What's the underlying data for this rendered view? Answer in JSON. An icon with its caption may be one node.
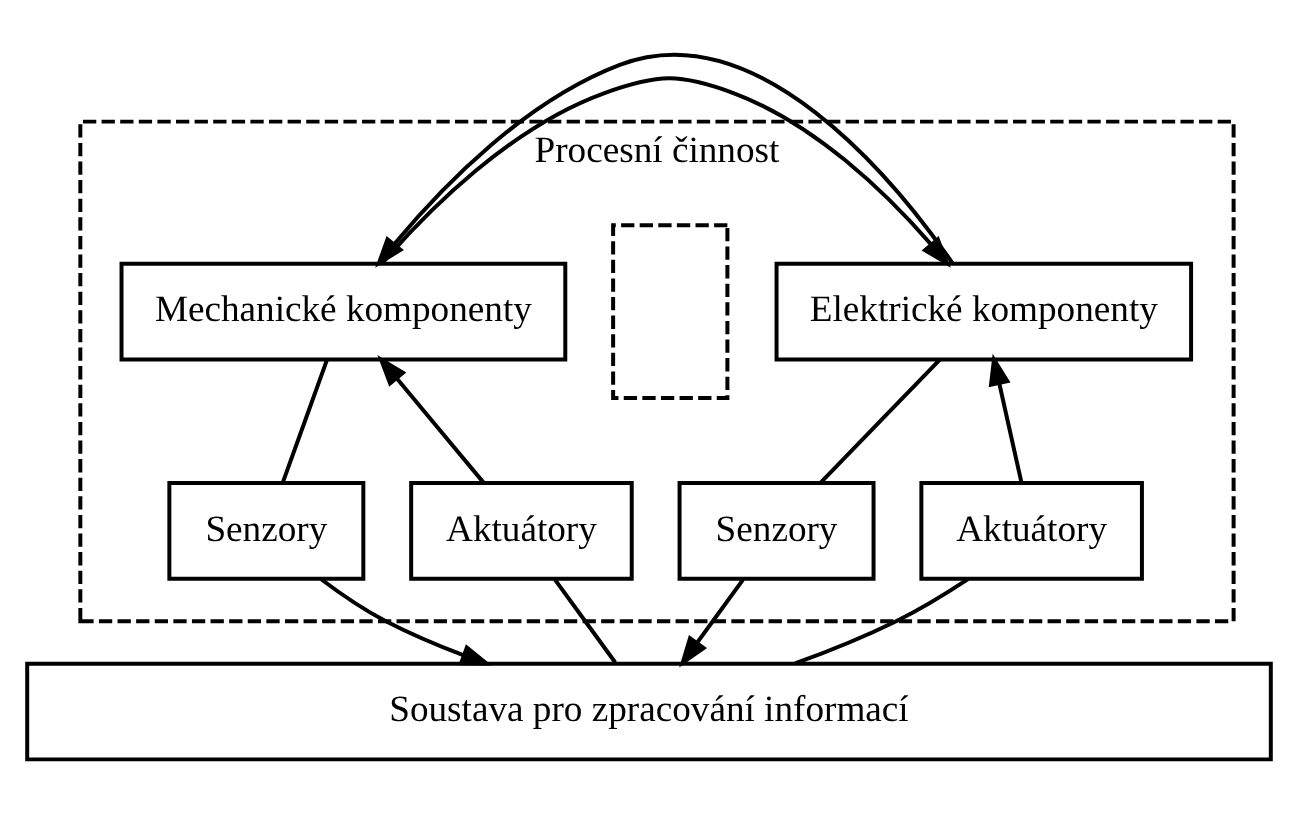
{
  "diagram": {
    "nodes": [
      {
        "text": [
          "Procesní činnost"
        ]
      },
      {
        "text": [
          "Mechanické komponenty"
        ],
        "in": 0
      },
      {
        "text": [],
        "shape": "box",
        "in": 0
      },
      {
        "text": [
          "Elektrické komponenty"
        ],
        "in": 0
      },
      {
        "text": [
          "Senzory"
        ],
        "in": 0
      },
      {
        "text": [
          "Aktuátory"
        ],
        "in": 0
      },
      {
        "text": [
          "Senzory"
        ],
        "in": 0
      },
      {
        "text": [
          "Aktuátory"
        ],
        "in": 0
      },
      {
        "text": [
          "Soustava pro zpracování informací"
        ]
      }
    ],
    "edges": [
      {
        "from": 1,
        "to": 3,
        "arrow": "to"
      },
      {
        "from": 3,
        "to": 1,
        "arrow": "to"
      },
      {
        "from": 1,
        "to": 4,
        "arrow": "none"
      },
      {
        "from": 5,
        "to": 1,
        "arrow": "to"
      },
      {
        "from": 3,
        "to": 6,
        "arrow": "none"
      },
      {
        "from": 7,
        "to": 3,
        "arrow": "to"
      },
      {
        "from": 4,
        "to": 8,
        "arrow": "to"
      },
      {
        "from": 8,
        "to": 5,
        "arrow": "none"
      },
      {
        "from": 6,
        "to": 8,
        "arrow": "to"
      },
      {
        "from": 8,
        "to": 7,
        "arrow": "none"
      }
    ]
  }
}
